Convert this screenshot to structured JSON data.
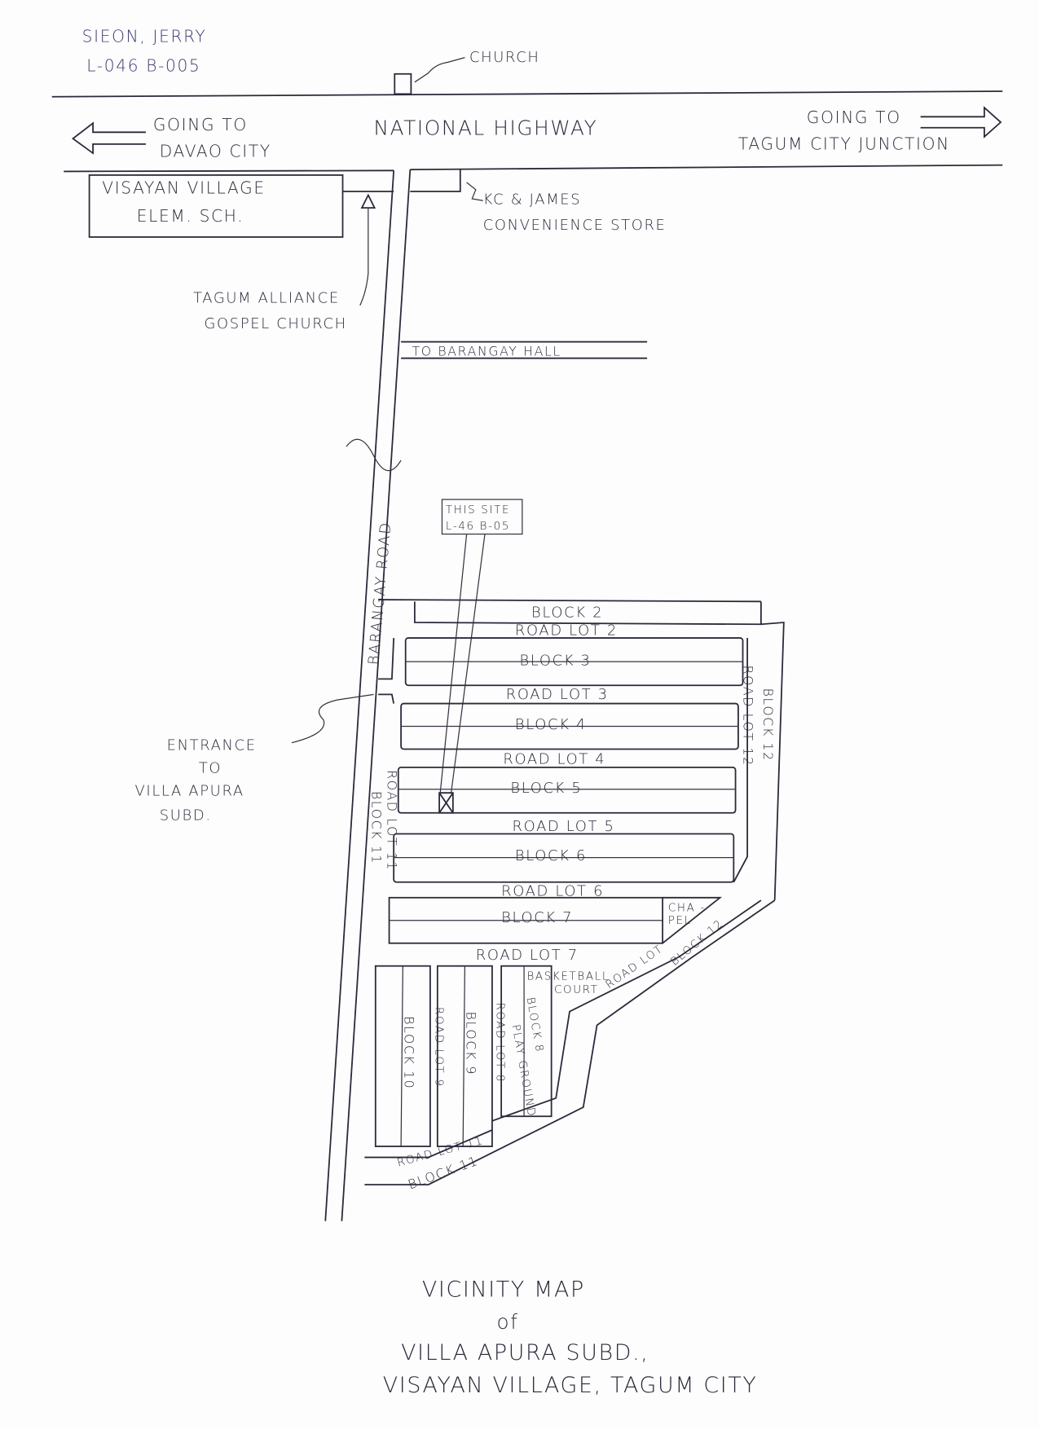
{
  "owner": {
    "name": "SIEON, JERRY",
    "lot_block": "L-046  B-005"
  },
  "landmarks": {
    "church": "CHURCH",
    "highway": "NATIONAL HIGHWAY",
    "left_dir": {
      "line1": "GOING TO",
      "line2": "DAVAO CITY"
    },
    "right_dir": {
      "line1": "GOING TO",
      "line2": "TAGUM CITY JUNCTION"
    },
    "school": {
      "line1": "VISAYAN VILLAGE",
      "line2": "ELEM. SCH."
    },
    "store": {
      "line1": "KC & JAMES",
      "line2": "CONVENIENCE STORE"
    },
    "gospel_church": {
      "line1": "TAGUM ALLIANCE",
      "line2": "GOSPEL CHURCH"
    },
    "barangay_hall": "TO BARANGAY HALL",
    "barangay_road": "BARANGAY ROAD",
    "site": {
      "line1": "THIS   SITE",
      "line2": "L-46   B-05"
    },
    "entrance": {
      "line1": "ENTRANCE",
      "line2": "TO",
      "line3": "VILLA APURA",
      "line4": "SUBD."
    }
  },
  "subdivision": {
    "rows": [
      "BLOCK 2",
      "ROAD LOT 2",
      "BLOCK 3",
      "ROAD LOT 3",
      "BLOCK 4",
      "ROAD LOT 4",
      "BLOCK 5",
      "ROAD LOT 5",
      "BLOCK 6",
      "ROAD LOT 6",
      "BLOCK 7",
      "ROAD LOT 7"
    ],
    "block12": "BLOCK 12",
    "roadlot12": "ROAD LOT 12",
    "block11_left": "BLOCK 11",
    "roadlot11_left": "ROAD LOT 11",
    "chapel": {
      "line1": "CHA -",
      "line2": "PEL"
    },
    "basketball": {
      "line1": "BASKETBALL",
      "line2": "COURT"
    },
    "block8": "BLOCK 8",
    "playground": "PLAY GROUND",
    "roadlot8": "ROAD LOT 8",
    "block9": "BLOCK 9",
    "roadlot9": "ROAD LOT 9",
    "block10": "BLOCK 10",
    "roadlot11": "ROAD LOT 11",
    "block11": "BLOCK 11",
    "roadlot_diag": "ROAD LOT",
    "block_diag": "BLOCK 12"
  },
  "title": {
    "line1": "VICINITY  MAP",
    "line2": "of",
    "line3": "VILLA APURA SUBD.,",
    "line4": "VISAYAN VILLAGE, TAGUM CITY"
  }
}
